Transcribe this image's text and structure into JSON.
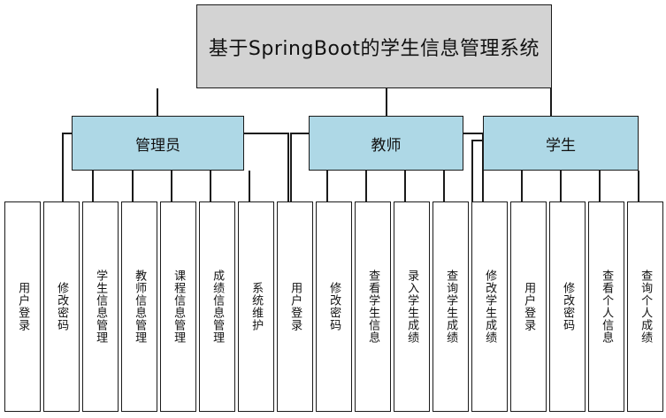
{
  "diagram": {
    "type": "hierarchy-tree",
    "title": "基于SpringBoot的学生信息管理系统",
    "colors": {
      "root_fill": "#d3d3d3",
      "role_fill": "#aed8e6",
      "leaf_fill": "#ffffff",
      "stroke": "#1a1a1a",
      "background": "#ffffff"
    },
    "root": {
      "label": "基于SpringBoot的学生信息管理系统"
    },
    "roles": [
      {
        "id": "admin",
        "label": "管理员"
      },
      {
        "id": "teacher",
        "label": "教师"
      },
      {
        "id": "student",
        "label": "学生"
      }
    ],
    "leaves": [
      {
        "role": "admin",
        "label": "用户登录"
      },
      {
        "role": "admin",
        "label": "修改密码"
      },
      {
        "role": "admin",
        "label": "学生信息管理"
      },
      {
        "role": "admin",
        "label": "教师信息管理"
      },
      {
        "role": "admin",
        "label": "课程信息管理"
      },
      {
        "role": "admin",
        "label": "成绩信息管理"
      },
      {
        "role": "admin",
        "label": "系统维护"
      },
      {
        "role": "teacher",
        "label": "用户登录"
      },
      {
        "role": "teacher",
        "label": "修改密码"
      },
      {
        "role": "teacher",
        "label": "查看学生信息"
      },
      {
        "role": "teacher",
        "label": "录入学生成绩"
      },
      {
        "role": "teacher",
        "label": "查询学生成绩"
      },
      {
        "role": "teacher",
        "label": "修改学生成绩"
      },
      {
        "role": "student",
        "label": "用户登录"
      },
      {
        "role": "student",
        "label": "修改密码"
      },
      {
        "role": "student",
        "label": "查看个人信息"
      },
      {
        "role": "student",
        "label": "查询个人成绩"
      }
    ]
  }
}
